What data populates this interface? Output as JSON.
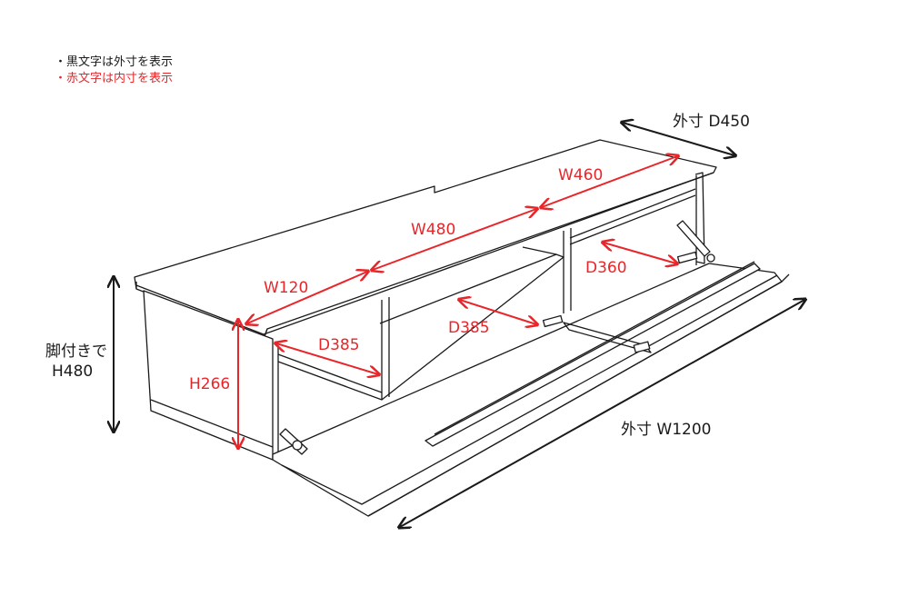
{
  "legend": {
    "black_note": "・黒文字は外寸を表示",
    "red_note": "・赤文字は内寸を表示",
    "black_color": "#1a1a1a",
    "red_color": "#e8262a"
  },
  "dimensions": {
    "outer_depth": "外寸 D450",
    "outer_width": "外寸 W1200",
    "height_line1": "脚付きで",
    "height_line2": "H480",
    "inner_w120": "W120",
    "inner_w480": "W480",
    "inner_w460": "W460",
    "inner_d385_left": "D385",
    "inner_d385_mid": "D385",
    "inner_d360": "D360",
    "inner_h266": "H266"
  }
}
